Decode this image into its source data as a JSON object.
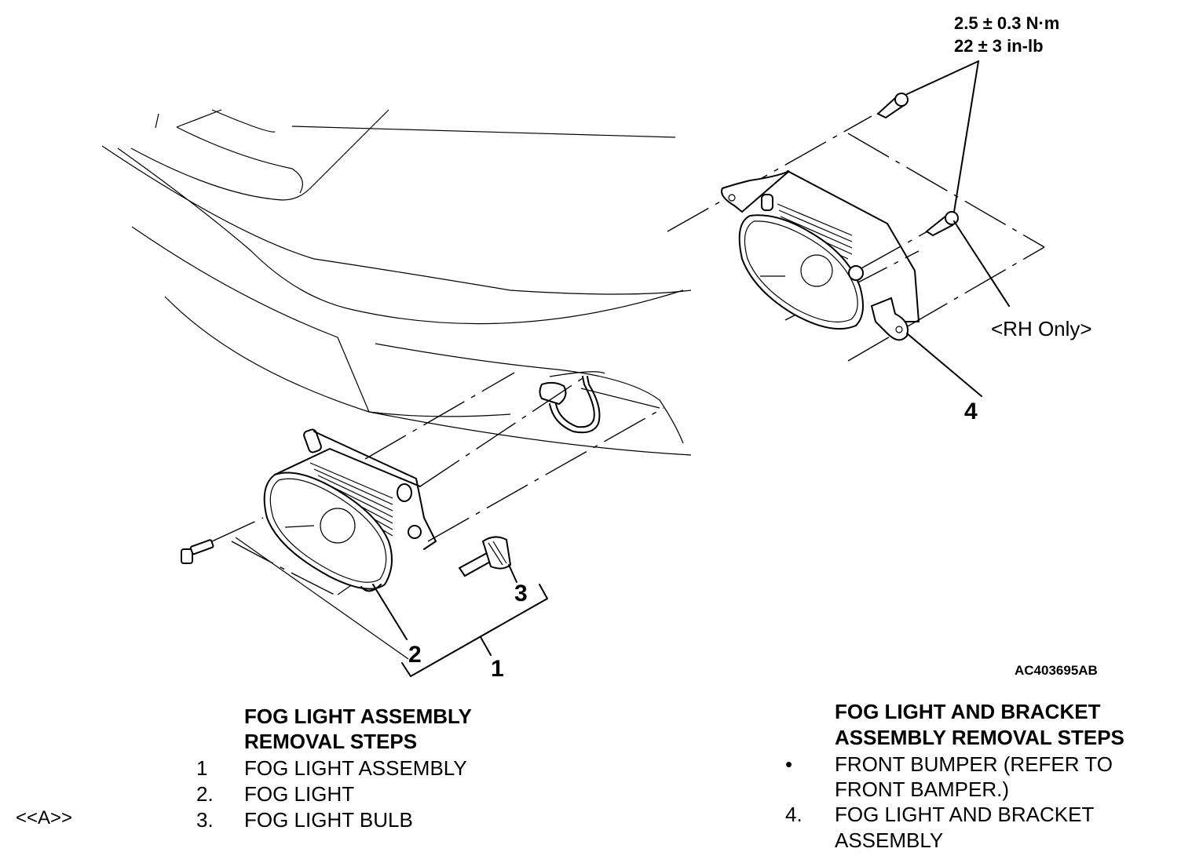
{
  "figure": {
    "figure_id": "AC403695AB",
    "torque": {
      "metric": "2.5 ± 0.3 N·m",
      "imperial": "22 ± 3 in-lb"
    },
    "note": "<RH Only>",
    "callouts": [
      "1",
      "2",
      "3",
      "4"
    ]
  },
  "procedures": [
    {
      "heading_lines": [
        "FOG LIGHT ASSEMBLY",
        "REMOVAL STEPS"
      ],
      "reference_marker": "<<A>>",
      "steps": [
        {
          "number": "1",
          "text": "FOG LIGHT ASSEMBLY"
        },
        {
          "number": "2.",
          "text": "FOG LIGHT"
        },
        {
          "number": "3.",
          "text": "FOG LIGHT BULB"
        }
      ]
    },
    {
      "heading_lines": [
        "FOG LIGHT AND BRACKET",
        "ASSEMBLY REMOVAL STEPS"
      ],
      "steps": [
        {
          "number": "•",
          "text_lines": [
            "FRONT BUMPER (REFER TO",
            "FRONT BAMPER.)"
          ]
        },
        {
          "number": "4.",
          "text_lines": [
            "FOG LIGHT AND BRACKET",
            "ASSEMBLY"
          ]
        }
      ]
    }
  ]
}
